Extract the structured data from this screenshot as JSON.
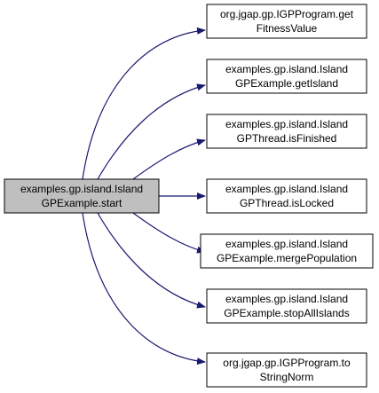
{
  "colors": {
    "edge": "#191970",
    "node_fill": "#ffffff",
    "source_fill": "#bfbfbf",
    "border": "#000000"
  },
  "source": {
    "line1": "examples.gp.island.Island",
    "line2": "GPExample.start"
  },
  "targets": [
    {
      "line1": "org.jgap.gp.IGPProgram.get",
      "line2": "FitnessValue"
    },
    {
      "line1": "examples.gp.island.Island",
      "line2": "GPExample.getIsland"
    },
    {
      "line1": "examples.gp.island.Island",
      "line2": "GPThread.isFinished"
    },
    {
      "line1": "examples.gp.island.Island",
      "line2": "GPThread.isLocked"
    },
    {
      "line1": "examples.gp.island.Island",
      "line2": "GPExample.mergePopulation"
    },
    {
      "line1": "examples.gp.island.Island",
      "line2": "GPExample.stopAllIslands"
    },
    {
      "line1": "org.jgap.gp.IGPProgram.to",
      "line2": "StringNorm"
    }
  ]
}
